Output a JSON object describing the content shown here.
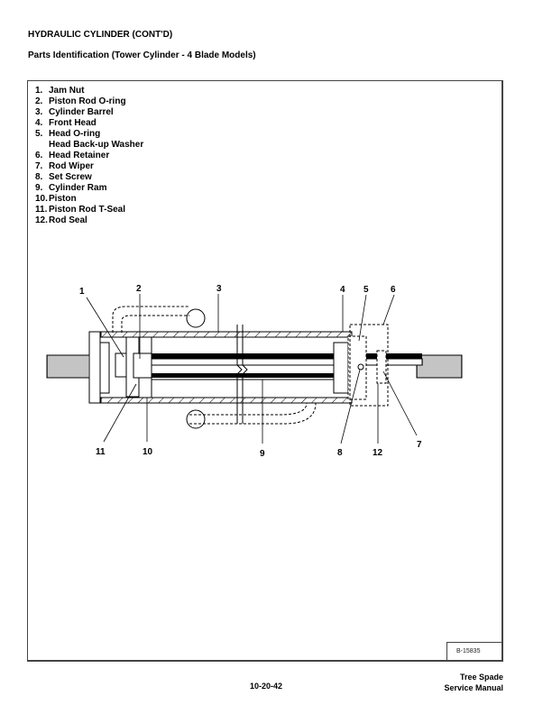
{
  "header": {
    "title": "HYDRAULIC CYLINDER (CONT'D)",
    "subtitle": "Parts Identification (Tower Cylinder - 4 Blade Models)"
  },
  "parts": [
    {
      "n": "1.",
      "label": "Jam Nut"
    },
    {
      "n": "2.",
      "label": "Piston Rod O-ring"
    },
    {
      "n": "3.",
      "label": "Cylinder Barrel"
    },
    {
      "n": "4.",
      "label": "Front Head"
    },
    {
      "n": "5.",
      "label": "Head O-ring"
    },
    {
      "n": "",
      "label": "Head Back-up Washer"
    },
    {
      "n": "6.",
      "label": "Head Retainer"
    },
    {
      "n": "7.",
      "label": "Rod Wiper"
    },
    {
      "n": "8.",
      "label": "Set Screw"
    },
    {
      "n": "9.",
      "label": "Cylinder Ram"
    },
    {
      "n": "10.",
      "label": "Piston"
    },
    {
      "n": "11.",
      "label": "Piston Rod T-Seal"
    },
    {
      "n": "12.",
      "label": "Rod Seal"
    }
  ],
  "callouts": {
    "c1": "1",
    "c2": "2",
    "c3": "3",
    "c4": "4",
    "c5": "5",
    "c6": "6",
    "c7": "7",
    "c8": "8",
    "c9": "9",
    "c10": "10",
    "c11": "11",
    "c12": "12"
  },
  "figure_code": "B-15835",
  "footer": {
    "page": "10-20-42",
    "manual_line1": "Tree Spade",
    "manual_line2": "Service Manual"
  }
}
